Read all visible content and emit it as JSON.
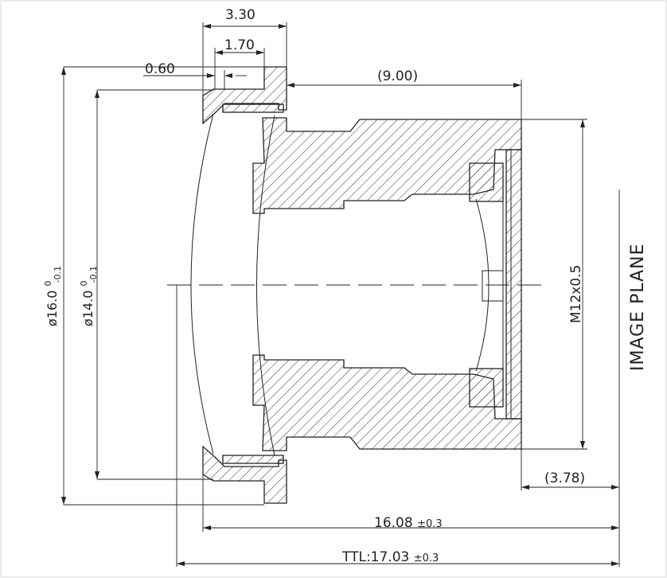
{
  "dimensions": {
    "flange_width": "3.30",
    "lip_width": "1.70",
    "lip_step": "0.60",
    "thread_length": "(9.00)",
    "outer_diameter": {
      "base": "ø16.0",
      "tol_upper": "0",
      "tol_lower": "-0.1"
    },
    "inner_diameter": {
      "base": "ø14.0",
      "tol_upper": "0",
      "tol_lower": "-0.1"
    },
    "thread": "M12x0.5",
    "back_focal": "(3.78)",
    "flange_to_image": {
      "value": "16.08",
      "tol": "±0.3"
    },
    "total_track": {
      "value": "TTL:17.03",
      "tol": "±0.3"
    }
  },
  "labels": {
    "image_plane": "IMAGE PLANE"
  }
}
